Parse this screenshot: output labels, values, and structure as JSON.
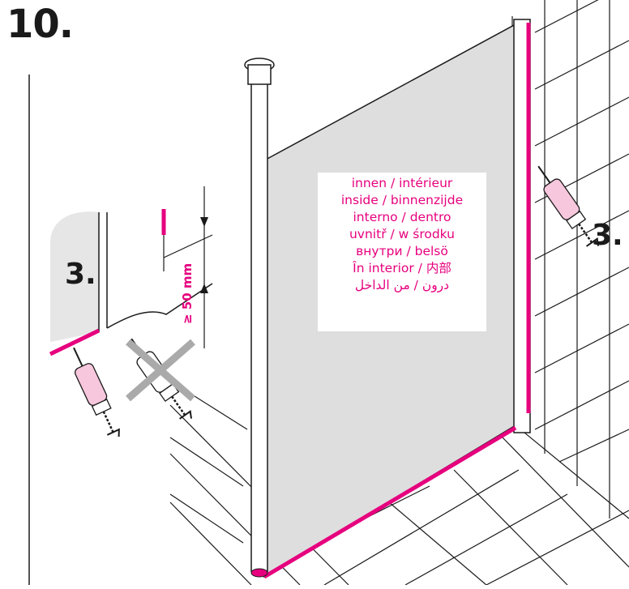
{
  "step": {
    "number": "10."
  },
  "callouts": {
    "left": "3.",
    "right": "3."
  },
  "interior_label": {
    "lines": [
      "innen / intérieur",
      "inside / binnenzijde",
      "interno / dentro",
      "uvnitř / w środku",
      "внутри / belsö",
      "În interior / 内部",
      "درون / من الداخل"
    ]
  },
  "dimension": {
    "label": "≥ 50 mm"
  },
  "colors": {
    "accent": "#e6007e",
    "line": "#1a1a1a",
    "panel": "#dedede",
    "wall_detail": "#e6e6e6",
    "crossed": "#aaaaaa"
  }
}
